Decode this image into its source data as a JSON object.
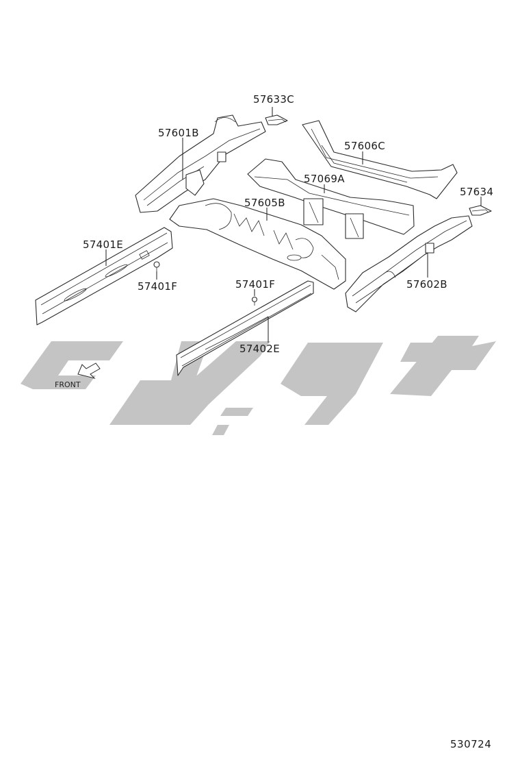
{
  "diagram": {
    "parts": [
      {
        "id": "57633C",
        "label": "57633C"
      },
      {
        "id": "57601B",
        "label": "57601B"
      },
      {
        "id": "57606C",
        "label": "57606C"
      },
      {
        "id": "57069A",
        "label": "57069A"
      },
      {
        "id": "57605B",
        "label": "57605B"
      },
      {
        "id": "57634",
        "label": "57634"
      },
      {
        "id": "57401E",
        "label": "57401E"
      },
      {
        "id": "57401F_left",
        "label": "57401F"
      },
      {
        "id": "57401F_center",
        "label": "57401F"
      },
      {
        "id": "57602B",
        "label": "57602B"
      },
      {
        "id": "57402E",
        "label": "57402E"
      }
    ],
    "front_indicator": "FRONT",
    "diagram_code": "530724"
  },
  "colors": {
    "line": "#2a2a2a",
    "watermark": "#c4c4c4",
    "background": "#ffffff"
  },
  "icons": {
    "front_arrow": "front-arrow-icon"
  }
}
